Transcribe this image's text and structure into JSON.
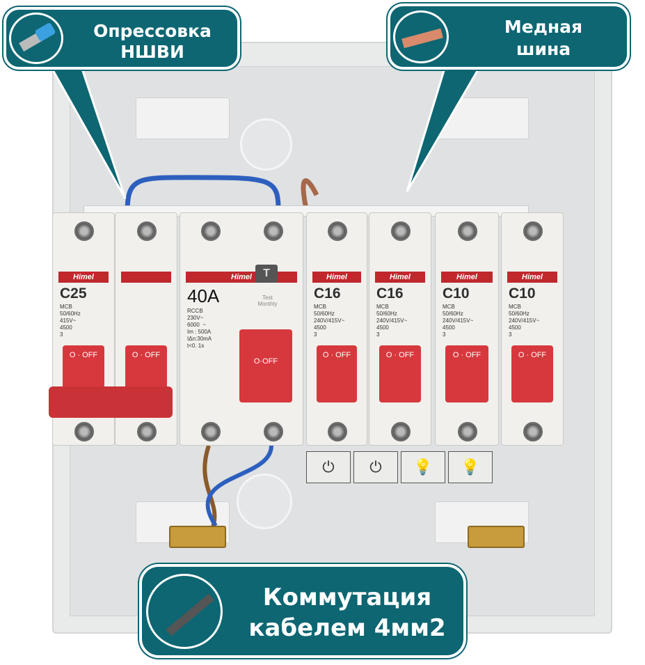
{
  "callouts": {
    "crimp": {
      "text_line1": "Опрессовка",
      "text_line2": "НШВИ",
      "icon": "ferrule-icon"
    },
    "busbar": {
      "text_line1": "Медная",
      "text_line2": "шина",
      "icon": "copper-bar-icon"
    },
    "wiring": {
      "text_line1": "Коммутация",
      "text_line2": "кабелем 4мм2",
      "icon": "cable-icon"
    }
  },
  "breakers": [
    {
      "brand": "Himel",
      "rating": "C25",
      "spec": "MCB\n50/60Hz\n415V~\n4500\n3",
      "handle": "O · OFF"
    },
    {
      "brand": "",
      "rating": "",
      "spec": "",
      "handle": "O · OFF"
    },
    {
      "brand": "Himel",
      "rating": "40A",
      "spec": "RCCB\n230V~\n6000  ~\nIm : 500A\nIΔn:30mA\nt<0. 1s",
      "handle": "O·OFF",
      "test_button": "T",
      "test_text": "Test\nMonthly"
    },
    {
      "brand": "Himel",
      "rating": "C16",
      "spec": "MCB\n50/60Hz\n240V/415V~\n4500\n3",
      "handle": "O · OFF"
    },
    {
      "brand": "Himel",
      "rating": "C16",
      "spec": "MCB\n50/60Hz\n240V/415V~\n4500\n3",
      "handle": "O · OFF"
    },
    {
      "brand": "Himel",
      "rating": "C10",
      "spec": "MCB\n50/60Hz\n240V/415V~\n4500\n3",
      "handle": "O · OFF"
    },
    {
      "brand": "Himel",
      "rating": "C10",
      "spec": "MCB\n50/60Hz\n240V/415V~\n4500\n3",
      "handle": "O · OFF"
    }
  ],
  "circuit_labels": [
    {
      "icon": "socket-icon",
      "glyph": "⏻"
    },
    {
      "icon": "socket-icon",
      "glyph": "⏻"
    },
    {
      "icon": "lamp-icon",
      "glyph": "💡"
    },
    {
      "icon": "lamp-icon",
      "glyph": "💡"
    }
  ],
  "colors": {
    "callout": "#0d6672",
    "handle": "#d7383d",
    "brand": "#c0282d"
  }
}
